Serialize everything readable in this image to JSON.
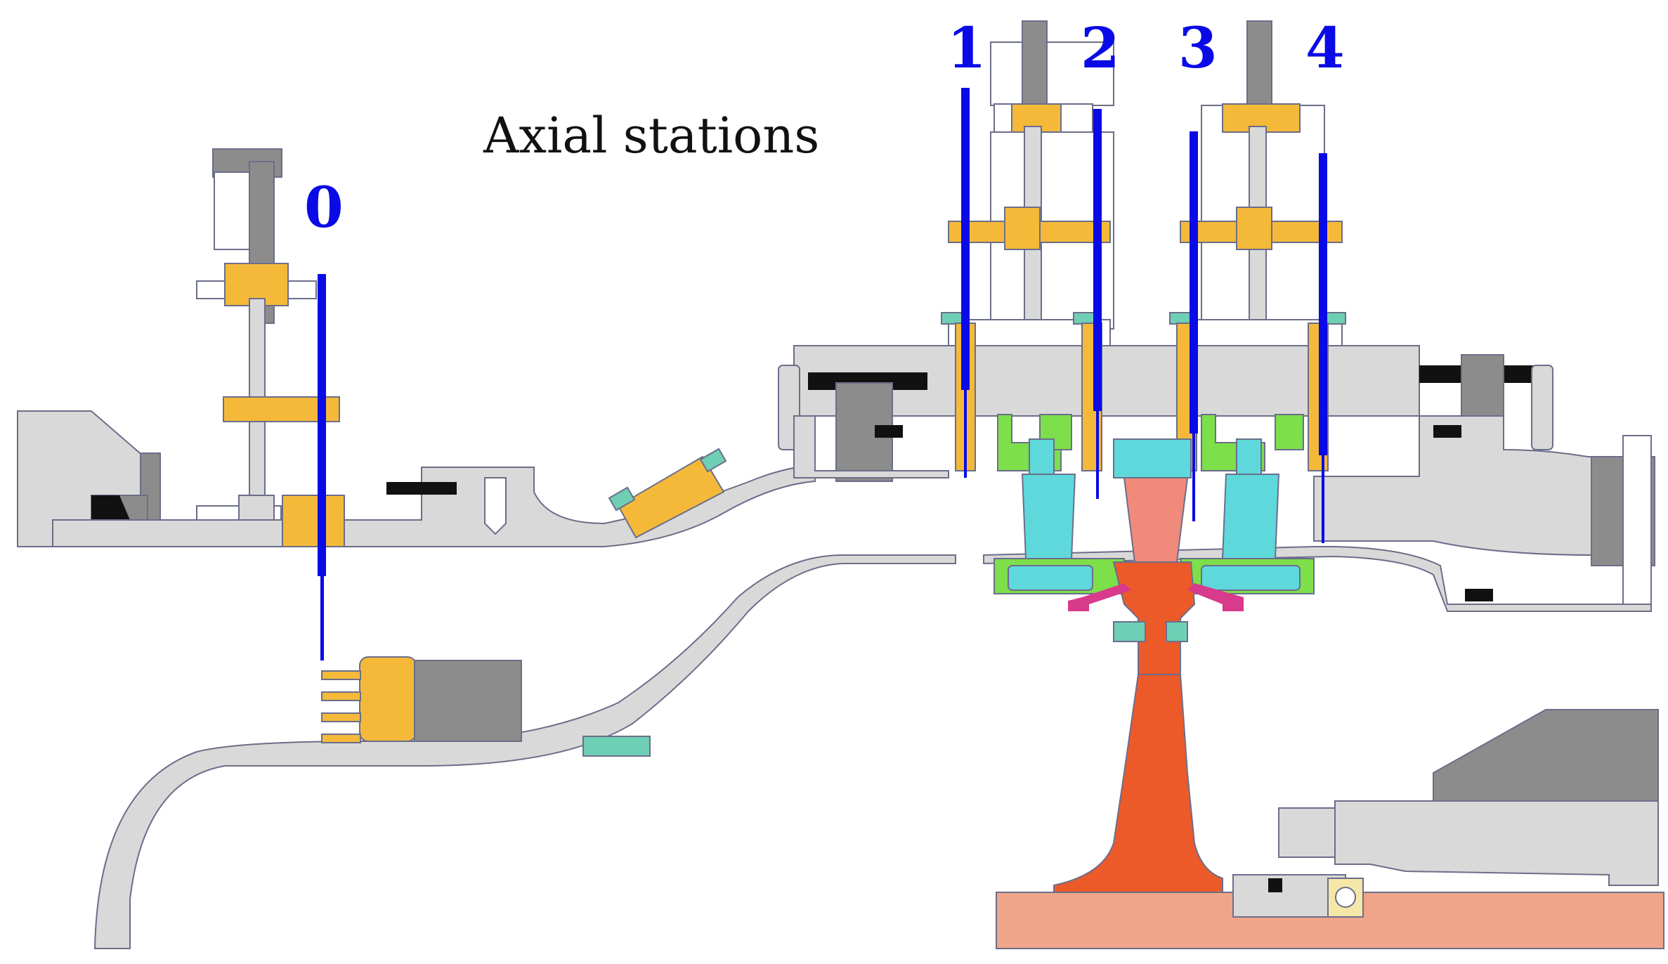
{
  "title": "Axial stations",
  "stations": [
    "0",
    "1",
    "2",
    "3",
    "4"
  ],
  "colors": {
    "probe": "#0a0ae6",
    "housing": "#d9d9d9",
    "housing_dark": "#8c8c8c",
    "outline": "#6b6e8a",
    "bearing": "#f5b93a",
    "stator_vane": "#5fd8dc",
    "rotor_blade": "#f08a7a",
    "rotor_disk": "#ec5a2a",
    "shaft": "#f0a58a",
    "seal_green": "#7ddf4a",
    "bolt_teal": "#6fcfb4",
    "magenta": "#d83a8c"
  }
}
